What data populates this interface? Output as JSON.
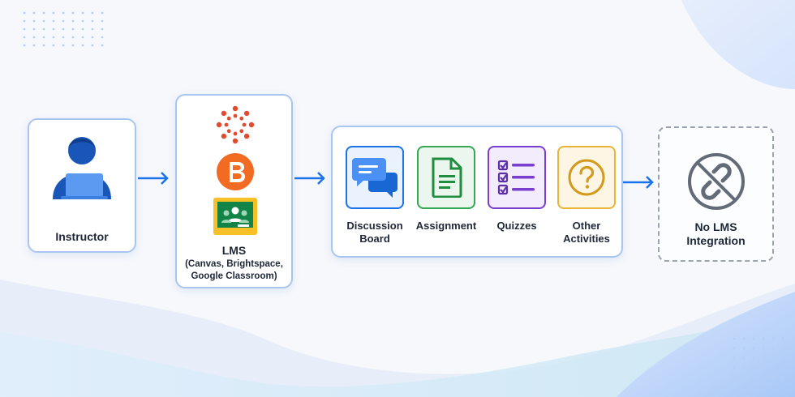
{
  "colors": {
    "accent": "#1a73e8",
    "border": "#a9c6f2",
    "discussion": "#1a73e8",
    "assignment": "#1e8e3e",
    "quizzes": "#7b3fd0",
    "other": "#d49a1e",
    "canvas_red": "#e34b2e",
    "brightspace_orange": "#f26b23",
    "classroom_green": "#138447",
    "classroom_yellow": "#f6c026"
  },
  "instructor": {
    "label": "Instructor",
    "icon": "person-laptop-icon"
  },
  "lms": {
    "title": "LMS",
    "subtitle_line1": "(Canvas, Brightspace,",
    "subtitle_line2": "Google Classroom)",
    "icons": [
      "canvas-logo-icon",
      "brightspace-logo-icon",
      "google-classroom-logo-icon"
    ]
  },
  "activities": [
    {
      "line1": "Discussion",
      "line2": "Board",
      "icon": "chat-bubbles-icon"
    },
    {
      "line1": "Assignment",
      "line2": "",
      "icon": "document-icon"
    },
    {
      "line1": "Quizzes",
      "line2": "",
      "icon": "checklist-icon"
    },
    {
      "line1": "Other",
      "line2": "Activities",
      "icon": "question-icon"
    }
  ],
  "no_lms": {
    "line1": "No LMS",
    "line2": "Integration",
    "icon": "broken-link-icon"
  }
}
